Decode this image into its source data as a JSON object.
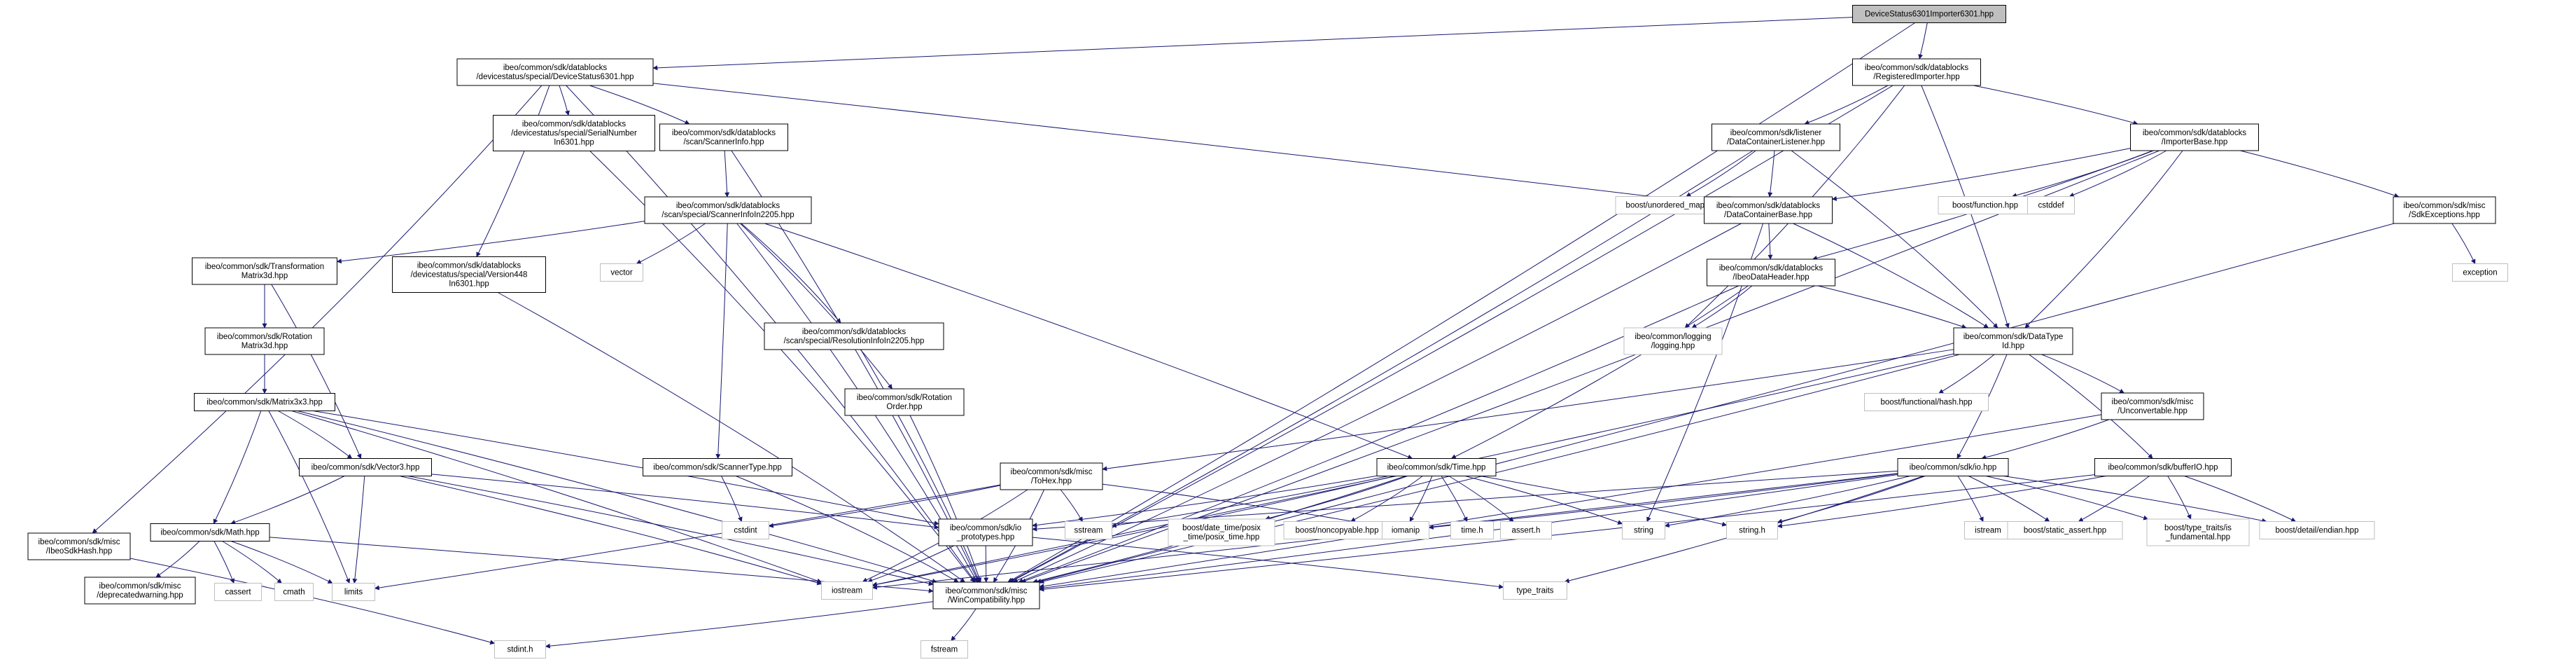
{
  "diagram": {
    "colors": {
      "edge": "#191970",
      "node_border": "#000000",
      "ext_border": "#bfbfbf",
      "root_fill": "#bfbfbf",
      "node_fill": "#ffffff"
    },
    "nodes": [
      {
        "id": "root",
        "lines": [
          "DeviceStatus6301Importer6301.hpp"
        ],
        "kind": "root"
      },
      {
        "id": "ds6301",
        "lines": [
          "ibeo/common/sdk/datablocks",
          "/devicestatus/special/DeviceStatus6301.hpp"
        ],
        "kind": "header"
      },
      {
        "id": "regimp",
        "lines": [
          "ibeo/common/sdk/datablocks",
          "/RegisteredImporter.hpp"
        ],
        "kind": "header"
      },
      {
        "id": "serial",
        "lines": [
          "ibeo/common/sdk/datablocks",
          "/devicestatus/special/SerialNumber",
          "In6301.hpp"
        ],
        "kind": "header"
      },
      {
        "id": "scannerinfo",
        "lines": [
          "ibeo/common/sdk/datablocks",
          "/scan/ScannerInfo.hpp"
        ],
        "kind": "header"
      },
      {
        "id": "dclistener",
        "lines": [
          "ibeo/common/sdk/listener",
          "/DataContainerListener.hpp"
        ],
        "kind": "header"
      },
      {
        "id": "impbase",
        "lines": [
          "ibeo/common/sdk/datablocks",
          "/ImporterBase.hpp"
        ],
        "kind": "header"
      },
      {
        "id": "si2205",
        "lines": [
          "ibeo/common/sdk/datablocks",
          "/scan/special/ScannerInfoIn2205.hpp"
        ],
        "kind": "header"
      },
      {
        "id": "unordered",
        "lines": [
          "boost/unordered_map.hpp"
        ],
        "kind": "external"
      },
      {
        "id": "dcbase",
        "lines": [
          "ibeo/common/sdk/datablocks",
          "/DataContainerBase.hpp"
        ],
        "kind": "header"
      },
      {
        "id": "boostfunc",
        "lines": [
          "boost/function.hpp"
        ],
        "kind": "external"
      },
      {
        "id": "cstddef",
        "lines": [
          "cstddef"
        ],
        "kind": "external"
      },
      {
        "id": "sdkexc",
        "lines": [
          "ibeo/common/sdk/misc",
          "/SdkExceptions.hpp"
        ],
        "kind": "header"
      },
      {
        "id": "tm3d",
        "lines": [
          "ibeo/common/sdk/Transformation",
          "Matrix3d.hpp"
        ],
        "kind": "header"
      },
      {
        "id": "v448",
        "lines": [
          "ibeo/common/sdk/datablocks",
          "/devicestatus/special/Version448",
          "In6301.hpp"
        ],
        "kind": "header"
      },
      {
        "id": "vector",
        "lines": [
          "vector"
        ],
        "kind": "external"
      },
      {
        "id": "ibeodh",
        "lines": [
          "ibeo/common/sdk/datablocks",
          "/IbeoDataHeader.hpp"
        ],
        "kind": "header"
      },
      {
        "id": "exception",
        "lines": [
          "exception"
        ],
        "kind": "external"
      },
      {
        "id": "rm3d",
        "lines": [
          "ibeo/common/sdk/Rotation",
          "Matrix3d.hpp"
        ],
        "kind": "header"
      },
      {
        "id": "ri2205",
        "lines": [
          "ibeo/common/sdk/datablocks",
          "/scan/special/ResolutionInfoIn2205.hpp"
        ],
        "kind": "header"
      },
      {
        "id": "logging",
        "lines": [
          "ibeo/common/logging",
          "/logging.hpp"
        ],
        "kind": "external"
      },
      {
        "id": "dtid",
        "lines": [
          "ibeo/common/sdk/DataType",
          "Id.hpp"
        ],
        "kind": "header"
      },
      {
        "id": "m3x3",
        "lines": [
          "ibeo/common/sdk/Matrix3x3.hpp"
        ],
        "kind": "header"
      },
      {
        "id": "rotorder",
        "lines": [
          "ibeo/common/sdk/Rotation",
          "Order.hpp"
        ],
        "kind": "header"
      },
      {
        "id": "boosthash",
        "lines": [
          "boost/functional/hash.hpp"
        ],
        "kind": "external"
      },
      {
        "id": "unconv",
        "lines": [
          "ibeo/common/sdk/misc",
          "/Unconvertable.hpp"
        ],
        "kind": "header"
      },
      {
        "id": "tohex",
        "lines": [
          "ibeo/common/sdk/misc",
          "/ToHex.hpp"
        ],
        "kind": "header"
      },
      {
        "id": "time",
        "lines": [
          "ibeo/common/sdk/Time.hpp"
        ],
        "kind": "header"
      },
      {
        "id": "io",
        "lines": [
          "ibeo/common/sdk/io.hpp"
        ],
        "kind": "header"
      },
      {
        "id": "bufio",
        "lines": [
          "ibeo/common/sdk/bufferIO.hpp"
        ],
        "kind": "header"
      },
      {
        "id": "vector3",
        "lines": [
          "ibeo/common/sdk/Vector3.hpp"
        ],
        "kind": "header"
      },
      {
        "id": "scantype",
        "lines": [
          "ibeo/common/sdk/ScannerType.hpp"
        ],
        "kind": "header"
      },
      {
        "id": "sdkhash",
        "lines": [
          "ibeo/common/sdk/misc",
          "/IbeoSdkHash.hpp"
        ],
        "kind": "header"
      },
      {
        "id": "math",
        "lines": [
          "ibeo/common/sdk/Math.hpp"
        ],
        "kind": "header"
      },
      {
        "id": "cstdint",
        "lines": [
          "cstdint"
        ],
        "kind": "external"
      },
      {
        "id": "sstream",
        "lines": [
          "sstream"
        ],
        "kind": "external"
      },
      {
        "id": "posix",
        "lines": [
          "boost/date_time/posix",
          "_time/posix_time.hpp"
        ],
        "kind": "external"
      },
      {
        "id": "noncopy",
        "lines": [
          "boost/noncopyable.hpp"
        ],
        "kind": "external"
      },
      {
        "id": "iomanip",
        "lines": [
          "iomanip"
        ],
        "kind": "external"
      },
      {
        "id": "timeh",
        "lines": [
          "time.h"
        ],
        "kind": "external"
      },
      {
        "id": "asserth",
        "lines": [
          "assert.h"
        ],
        "kind": "external"
      },
      {
        "id": "string",
        "lines": [
          "string"
        ],
        "kind": "external"
      },
      {
        "id": "stringh",
        "lines": [
          "string.h"
        ],
        "kind": "external"
      },
      {
        "id": "istream",
        "lines": [
          "istream"
        ],
        "kind": "external"
      },
      {
        "id": "staticassert",
        "lines": [
          "boost/static_assert.hpp"
        ],
        "kind": "external"
      },
      {
        "id": "typetraitsfund",
        "lines": [
          "boost/type_traits/is",
          "_fundamental.hpp"
        ],
        "kind": "external"
      },
      {
        "id": "endian",
        "lines": [
          "boost/detail/endian.hpp"
        ],
        "kind": "external"
      },
      {
        "id": "ioproto",
        "lines": [
          "ibeo/common/sdk/io",
          "_prototypes.hpp"
        ],
        "kind": "header"
      },
      {
        "id": "deprecated",
        "lines": [
          "ibeo/common/sdk/misc",
          "/deprecatedwarning.hpp"
        ],
        "kind": "header"
      },
      {
        "id": "cassert",
        "lines": [
          "cassert"
        ],
        "kind": "external"
      },
      {
        "id": "cmath",
        "lines": [
          "cmath"
        ],
        "kind": "external"
      },
      {
        "id": "limits",
        "lines": [
          "limits"
        ],
        "kind": "external"
      },
      {
        "id": "iostream",
        "lines": [
          "iostream"
        ],
        "kind": "external"
      },
      {
        "id": "wincompat",
        "lines": [
          "ibeo/common/sdk/misc",
          "/WinCompatibility.hpp"
        ],
        "kind": "header"
      },
      {
        "id": "typetraits",
        "lines": [
          "type_traits"
        ],
        "kind": "external"
      },
      {
        "id": "stdinth",
        "lines": [
          "stdint.h"
        ],
        "kind": "external"
      },
      {
        "id": "fstream",
        "lines": [
          "fstream"
        ],
        "kind": "external"
      }
    ],
    "edges": [
      [
        "root",
        "ds6301"
      ],
      [
        "root",
        "regimp"
      ],
      [
        "root",
        "wincompat"
      ],
      [
        "ds6301",
        "serial"
      ],
      [
        "ds6301",
        "scannerinfo"
      ],
      [
        "ds6301",
        "v448"
      ],
      [
        "ds6301",
        "sdkhash"
      ],
      [
        "ds6301",
        "dcbase"
      ],
      [
        "ds6301",
        "wincompat"
      ],
      [
        "regimp",
        "dclistener"
      ],
      [
        "regimp",
        "impbase"
      ],
      [
        "regimp",
        "logging"
      ],
      [
        "regimp",
        "dtid"
      ],
      [
        "regimp",
        "wincompat"
      ],
      [
        "serial",
        "wincompat"
      ],
      [
        "scannerinfo",
        "si2205"
      ],
      [
        "scannerinfo",
        "wincompat"
      ],
      [
        "dclistener",
        "unordered"
      ],
      [
        "dclistener",
        "dcbase"
      ],
      [
        "dclistener",
        "dtid"
      ],
      [
        "dclistener",
        "wincompat"
      ],
      [
        "impbase",
        "dcbase"
      ],
      [
        "impbase",
        "ibeodh"
      ],
      [
        "impbase",
        "boostfunc"
      ],
      [
        "impbase",
        "cstddef"
      ],
      [
        "impbase",
        "sdkexc"
      ],
      [
        "impbase",
        "dtid"
      ],
      [
        "impbase",
        "wincompat"
      ],
      [
        "si2205",
        "tm3d"
      ],
      [
        "si2205",
        "vector"
      ],
      [
        "si2205",
        "ri2205"
      ],
      [
        "si2205",
        "rotorder"
      ],
      [
        "si2205",
        "scantype"
      ],
      [
        "si2205",
        "time"
      ],
      [
        "si2205",
        "wincompat"
      ],
      [
        "dcbase",
        "ibeodh"
      ],
      [
        "dcbase",
        "dtid"
      ],
      [
        "dcbase",
        "string"
      ],
      [
        "dcbase",
        "wincompat"
      ],
      [
        "sdkexc",
        "exception"
      ],
      [
        "sdkexc",
        "wincompat"
      ],
      [
        "tm3d",
        "rm3d"
      ],
      [
        "tm3d",
        "vector3"
      ],
      [
        "v448",
        "wincompat"
      ],
      [
        "ibeodh",
        "logging"
      ],
      [
        "ibeodh",
        "dtid"
      ],
      [
        "ibeodh",
        "time"
      ],
      [
        "ibeodh",
        "wincompat"
      ],
      [
        "rm3d",
        "m3x3"
      ],
      [
        "ri2205",
        "wincompat"
      ],
      [
        "dtid",
        "boosthash"
      ],
      [
        "dtid",
        "unconv"
      ],
      [
        "dtid",
        "tohex"
      ],
      [
        "dtid",
        "io"
      ],
      [
        "dtid",
        "bufio"
      ],
      [
        "dtid",
        "iostream"
      ],
      [
        "dtid",
        "wincompat"
      ],
      [
        "m3x3",
        "vector3"
      ],
      [
        "m3x3",
        "math"
      ],
      [
        "m3x3",
        "ioproto"
      ],
      [
        "m3x3",
        "limits"
      ],
      [
        "m3x3",
        "iostream"
      ],
      [
        "m3x3",
        "wincompat"
      ],
      [
        "rotorder",
        "wincompat"
      ],
      [
        "unconv",
        "io"
      ],
      [
        "unconv",
        "wincompat"
      ],
      [
        "tohex",
        "sstream"
      ],
      [
        "tohex",
        "cstdint"
      ],
      [
        "tohex",
        "iomanip"
      ],
      [
        "tohex",
        "limits"
      ],
      [
        "tohex",
        "iostream"
      ],
      [
        "tohex",
        "wincompat"
      ],
      [
        "time",
        "ioproto"
      ],
      [
        "time",
        "sstream"
      ],
      [
        "time",
        "posix"
      ],
      [
        "time",
        "noncopy"
      ],
      [
        "time",
        "iomanip"
      ],
      [
        "time",
        "timeh"
      ],
      [
        "time",
        "asserth"
      ],
      [
        "time",
        "string"
      ],
      [
        "time",
        "stringh"
      ],
      [
        "time",
        "iostream"
      ],
      [
        "time",
        "wincompat"
      ],
      [
        "io",
        "ioproto"
      ],
      [
        "io",
        "iomanip"
      ],
      [
        "io",
        "string"
      ],
      [
        "io",
        "stringh"
      ],
      [
        "io",
        "istream"
      ],
      [
        "io",
        "staticassert"
      ],
      [
        "io",
        "typetraitsfund"
      ],
      [
        "io",
        "endian"
      ],
      [
        "io",
        "typetraits"
      ],
      [
        "io",
        "iostream"
      ],
      [
        "io",
        "wincompat"
      ],
      [
        "bufio",
        "staticassert"
      ],
      [
        "bufio",
        "typetraitsfund"
      ],
      [
        "bufio",
        "endian"
      ],
      [
        "bufio",
        "stringh"
      ],
      [
        "bufio",
        "wincompat"
      ],
      [
        "vector3",
        "math"
      ],
      [
        "vector3",
        "ioproto"
      ],
      [
        "vector3",
        "limits"
      ],
      [
        "vector3",
        "iostream"
      ],
      [
        "vector3",
        "wincompat"
      ],
      [
        "scantype",
        "cstdint"
      ],
      [
        "scantype",
        "wincompat"
      ],
      [
        "sdkhash",
        "stdinth"
      ],
      [
        "math",
        "deprecated"
      ],
      [
        "math",
        "cassert"
      ],
      [
        "math",
        "cmath"
      ],
      [
        "math",
        "limits"
      ],
      [
        "math",
        "wincompat"
      ],
      [
        "ioproto",
        "iostream"
      ],
      [
        "ioproto",
        "typetraits"
      ],
      [
        "ioproto",
        "wincompat"
      ],
      [
        "wincompat",
        "stdinth"
      ],
      [
        "wincompat",
        "fstream"
      ]
    ]
  }
}
